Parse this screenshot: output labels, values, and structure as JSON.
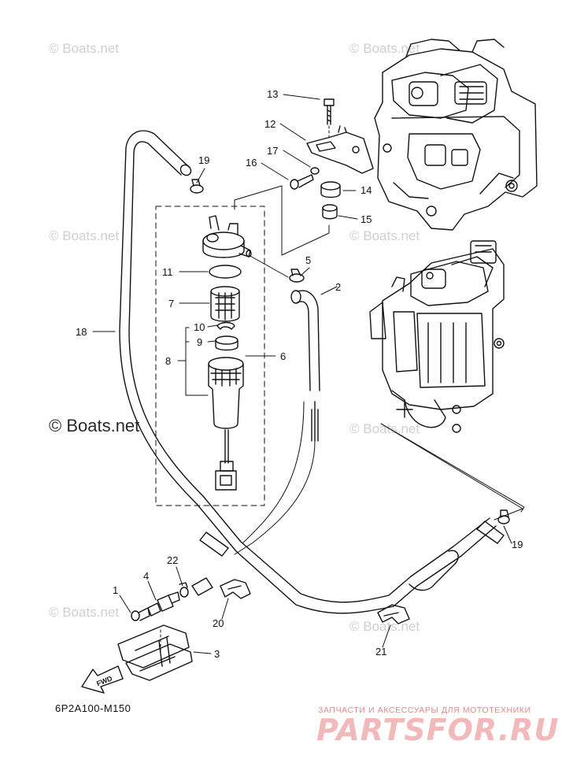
{
  "callouts": [
    {
      "id": "c1",
      "label": "1"
    },
    {
      "id": "c2",
      "label": "2"
    },
    {
      "id": "c3",
      "label": "3"
    },
    {
      "id": "c4",
      "label": "4"
    },
    {
      "id": "c5",
      "label": "5"
    },
    {
      "id": "c6",
      "label": "6"
    },
    {
      "id": "c7",
      "label": "7"
    },
    {
      "id": "c8",
      "label": "8"
    },
    {
      "id": "c9",
      "label": "9"
    },
    {
      "id": "c10",
      "label": "10"
    },
    {
      "id": "c11",
      "label": "11"
    },
    {
      "id": "c12",
      "label": "12"
    },
    {
      "id": "c13",
      "label": "13"
    },
    {
      "id": "c14",
      "label": "14"
    },
    {
      "id": "c15",
      "label": "15"
    },
    {
      "id": "c16",
      "label": "16"
    },
    {
      "id": "c17",
      "label": "17"
    },
    {
      "id": "c18",
      "label": "18"
    },
    {
      "id": "c19a",
      "label": "19"
    },
    {
      "id": "c19b",
      "label": "19"
    },
    {
      "id": "c20",
      "label": "20"
    },
    {
      "id": "c21",
      "label": "21"
    },
    {
      "id": "c22",
      "label": "22"
    }
  ],
  "fwd_label": "FWD",
  "diagram_code": "6P2A100-M150",
  "watermark": {
    "main": "© Boats.net",
    "faint": "© Boats.net"
  },
  "shop": {
    "tagline": "ЗАПЧАСТИ И АКСЕССУАРЫ ДЛЯ МОТОТЕХНИКИ",
    "logo": "PARTSFOR.RU"
  }
}
